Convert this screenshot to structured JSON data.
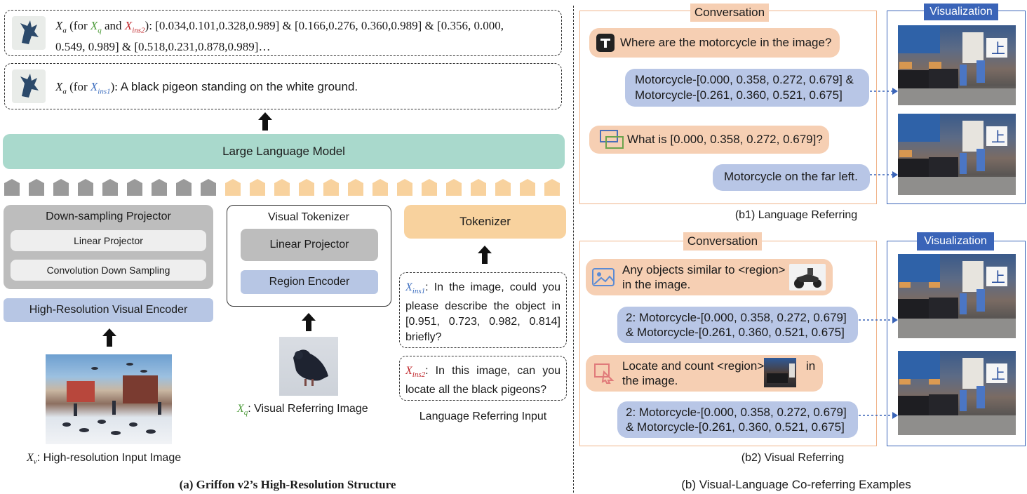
{
  "top_box_1": {
    "xa": "X",
    "xa_sub": "a",
    "for_open": " (for ",
    "xq": "X",
    "xq_sub": "q",
    "and": " and ",
    "xins2": "X",
    "xins2_sub": "ins2",
    "close": "):",
    "line1": " [0.034,0.101,0.328,0.989] & [0.166,0.276, 0.360,0.989] & [0.356, 0.000,",
    "line2": "0.549, 0.989] & [0.518,0.231,0.878,0.989]…"
  },
  "top_box_2": {
    "xa": "X",
    "xa_sub": "a",
    "for_open": " (for ",
    "xins1": "X",
    "xins1_sub": "ins1",
    "close": "):",
    "text": " A black pigeon standing on the white ground."
  },
  "llm": {
    "label": "Large Language Model"
  },
  "downsampling": {
    "title": "Down-sampling Projector",
    "linear": "Linear Projector",
    "conv": "Convolution Down Sampling"
  },
  "hr_encoder": {
    "label": "High-Resolution Visual Encoder"
  },
  "visual_tokenizer": {
    "title": "Visual Tokenizer",
    "linear": "Linear Projector",
    "region": "Region Encoder"
  },
  "tokenizer": {
    "label": "Tokenizer"
  },
  "ins1": {
    "x": "X",
    "sub": "ins1",
    "text": ": In the image, could you please describe the object in [0.951, 0.723,  0.982, 0.814] briefly?"
  },
  "ins2": {
    "x": "X",
    "sub": "ins2",
    "text": ": In this image, can you locate all the black pigeons?"
  },
  "captions": {
    "xv": "X",
    "xv_sub": "v",
    "hr_input": ": High-resolution Input Image",
    "xq": "X",
    "xq_sub": "q",
    "visual_ref": ": Visual Referring Image",
    "lang_ref": "Language Referring Input",
    "part_a": "(a) Griffon v2’s High-Resolution Structure",
    "b1": "(b1) Language Referring",
    "b2": "(b2) Visual Referring",
    "part_b": "(b) Visual-Language Co-referring Examples"
  },
  "b1": {
    "conversation": "Conversation",
    "visualization": "Visualization",
    "q1": "Where are the motorcycle in the image?",
    "a1_line1": "Motorcycle-[0.000, 0.358, 0.272, 0.679] &",
    "a1_line2": "Motorcycle-[0.261, 0.360, 0.521, 0.675]",
    "q2": "What is [0.000, 0.358, 0.272, 0.679]?",
    "a2": "Motorcycle on the far left."
  },
  "b2": {
    "conversation": "Conversation",
    "visualization": "Visualization",
    "q1_line1": "Any objects similar to <region>",
    "q1_line2": "in the image.",
    "a1_line1": "2: Motorcycle-[0.000, 0.358, 0.272, 0.679]",
    "a1_line2": "& Motorcycle-[0.261, 0.360, 0.521, 0.675]",
    "q2_line1": "Locate and count <region>",
    "q2_in": "in",
    "q2_line2": "the image.",
    "a2_line1": "2: Motorcycle-[0.000, 0.358, 0.272, 0.679]",
    "a2_line2": "& Motorcycle-[0.261, 0.360, 0.521, 0.675]"
  },
  "colors": {
    "llm": "#a9d9cc",
    "gray_token": "#9a9a9a",
    "orange_token": "#f8d29e",
    "blue_box": "#b7c6e4",
    "pink_bubble": "#f6cfb3",
    "conv_border": "#f0b48a",
    "viz_border": "#3a64b8"
  },
  "icons": {
    "griffin": "griffin-logo-icon",
    "text": "text-t-icon",
    "bbox": "bbox-icon",
    "image": "image-icon",
    "region": "region-cursor-icon"
  }
}
